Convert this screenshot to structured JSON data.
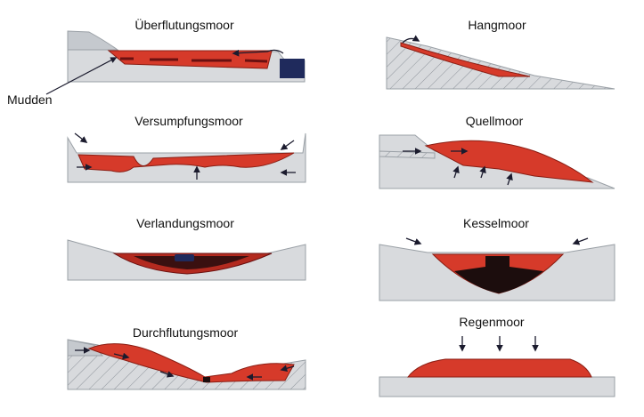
{
  "annotation": "Mudden",
  "panels": [
    {
      "id": "ueberflutungsmoor",
      "title": "Überflutungsmoor"
    },
    {
      "id": "hangmoor",
      "title": "Hangmoor"
    },
    {
      "id": "versumpfungsmoor",
      "title": "Versumpfungsmoor"
    },
    {
      "id": "quellmoor",
      "title": "Quellmoor"
    },
    {
      "id": "verlandungsmoor",
      "title": "Verlandungsmoor"
    },
    {
      "id": "kesselmoor",
      "title": "Kesselmoor"
    },
    {
      "id": "durchflutungsmoor",
      "title": "Durchflutungsmoor"
    },
    {
      "id": "regenmoor",
      "title": "Regenmoor"
    }
  ],
  "colors": {
    "peat": "#d63a2a",
    "peat_dark": "#b32a1f",
    "mud": "#1c0d0d",
    "water": "#1f2a5c",
    "ground": "#d8dadd",
    "ground_edge": "#9aa0a6",
    "arrow": "#1b1b2e"
  }
}
